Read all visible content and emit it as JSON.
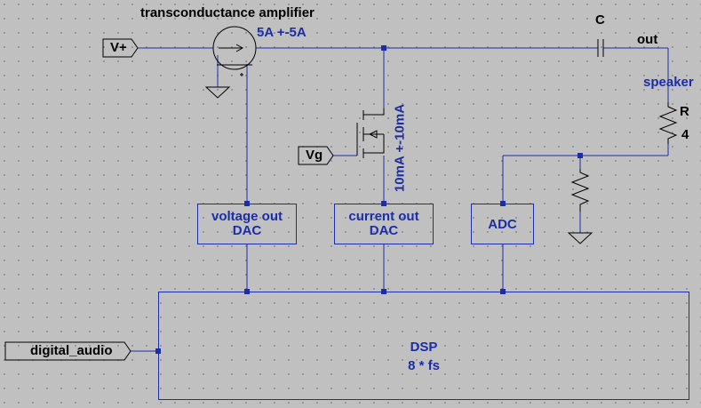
{
  "labels": {
    "amplifier_title": "transconductance amplifier",
    "amplifier_rating": "5A +-5A",
    "cap_name": "C",
    "out_node": "out",
    "speaker": "speaker",
    "resistor_name": "R",
    "resistor_value": "4",
    "current_rating": "10mA +-10mA"
  },
  "ports": {
    "vplus": "V+",
    "vg": "Vg",
    "digital_audio": "digital_audio"
  },
  "blocks": {
    "voltage_dac": {
      "line1": "voltage out",
      "line2": "DAC"
    },
    "current_dac": {
      "line1": "current out",
      "line2": "DAC"
    },
    "adc": {
      "line1": "ADC"
    },
    "dsp": {
      "line1": "DSP",
      "line2": "8 * fs"
    }
  },
  "colors": {
    "background": "#c0c0c0",
    "wire": "#1b2ea8",
    "component": "#000000"
  }
}
